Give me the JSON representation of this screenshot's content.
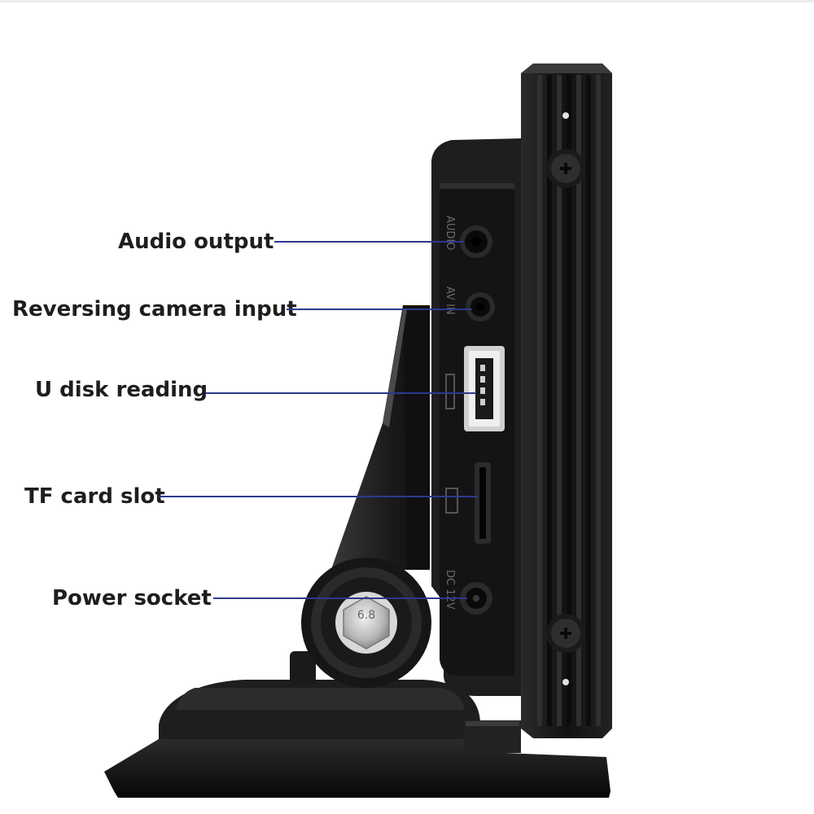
{
  "callouts": [
    {
      "label": "Audio output"
    },
    {
      "label": "Reversing camera input"
    },
    {
      "label": "U disk reading"
    },
    {
      "label": "TF card slot"
    },
    {
      "label": "Power socket"
    }
  ],
  "device": {
    "port_markings": [
      "AUDIO",
      "AV IN",
      "DC 12V"
    ],
    "bolt_text": "6.8"
  },
  "colors": {
    "leader_line": "#2b3a8c",
    "label_text": "#1e1e1e",
    "device_body": "#1c1c1e",
    "background": "#ffffff"
  }
}
